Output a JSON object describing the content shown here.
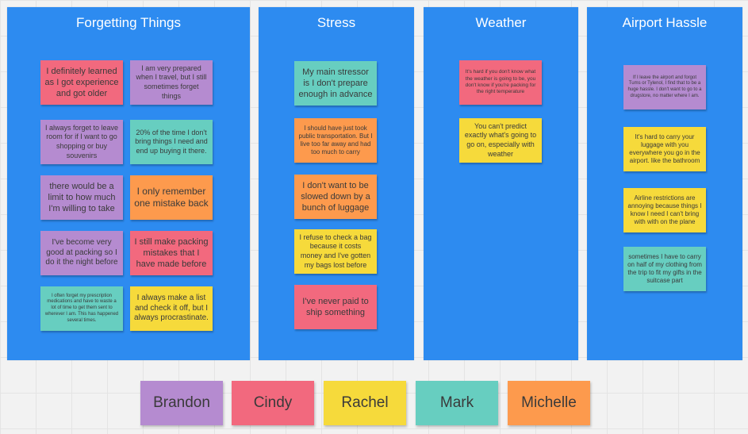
{
  "columns": [
    {
      "title": "Forgetting Things",
      "notes": [
        {
          "text": "I definitely learned as I got experience and got older"
        },
        {
          "text": "I am very prepared when I travel, but I still sometimes forget things"
        },
        {
          "text": "I always forget to leave room for if I want to go shopping or buy souvenirs"
        },
        {
          "text": "20% of the time I don't bring things I need and end up buying it there."
        },
        {
          "text": "there would be a limit to how much I'm willing to take"
        },
        {
          "text": "I only remember one mistake back"
        },
        {
          "text": "I've become very good at packing so I do it the night before"
        },
        {
          "text": "I still make packing mistakes that I have made before"
        },
        {
          "text": "I often forget my prescription medications and have to waste a lot of time to get them sent to wherever I am. This has happened several times."
        },
        {
          "text": "I always make a list and check it off, but I always procrastinate."
        }
      ]
    },
    {
      "title": "Stress",
      "notes": [
        {
          "text": "My main stressor is I don't prepare enough in advance"
        },
        {
          "text": "I should have just took public transportation. But I live too far away and had too much to carry"
        },
        {
          "text": "I don't want to be slowed down by a bunch of luggage"
        },
        {
          "text": "I refuse to check a bag because it costs money and I've gotten my bags lost before"
        },
        {
          "text": "I've never paid to ship something"
        }
      ]
    },
    {
      "title": "Weather",
      "notes": [
        {
          "text": "It's hard if you don't know what the weather is going to be, you don't know if you're packing for the right temperature"
        },
        {
          "text": "You can't predict exactly what's going to go on, especially with weather"
        }
      ]
    },
    {
      "title": "Airport Hassle",
      "notes": [
        {
          "text": "If I leave the airport and forgot Tums or Tylenol, I find that to be a huge hassle. I don't want to go to a drugstore, no matter where I am."
        },
        {
          "text": "It's hard to carry your luggage with you everywhere you go in the airport. like the bathroom"
        },
        {
          "text": "Airline restrictions are annoying because things I know I need I can't bring with with on the plane"
        },
        {
          "text": "sometimes I have to carry on half of my clothing from the trip to fit my gifts in the suitcase part"
        }
      ]
    }
  ],
  "legend": [
    {
      "name": "Brandon",
      "color": "#b58bd0"
    },
    {
      "name": "Cindy",
      "color": "#f2697e"
    },
    {
      "name": "Rachel",
      "color": "#f6da3b"
    },
    {
      "name": "Mark",
      "color": "#67cec0"
    },
    {
      "name": "Michelle",
      "color": "#fd9a4d"
    }
  ]
}
